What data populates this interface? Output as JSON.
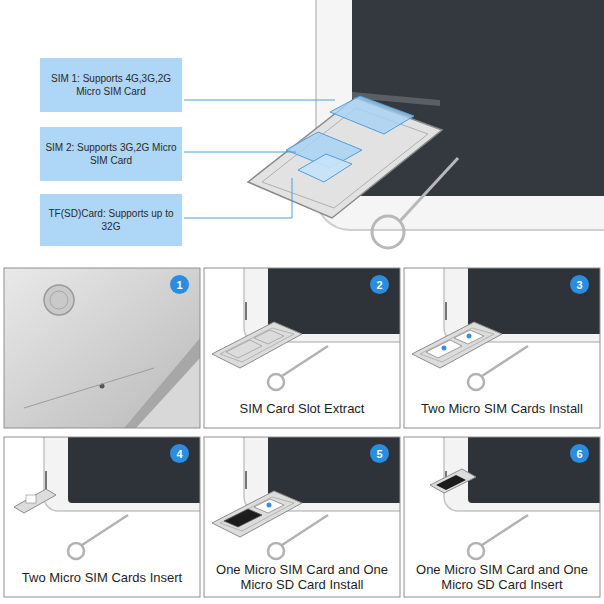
{
  "diagram": {
    "nodes": [
      {
        "text": [
          "SIM 1: Supports 4G,3G,2G Micro SIM Card"
        ]
      },
      {
        "text": [
          "SIM 2: Supports 3G,2G Micro SIM Card"
        ]
      },
      {
        "text": [
          "TF(SD)Card: Supports up to 32G"
        ]
      },
      {
        "text": [
          "1"
        ]
      },
      {
        "text": [
          "2"
        ]
      },
      {
        "text": [
          "3"
        ]
      },
      {
        "text": [
          "4"
        ]
      },
      {
        "text": [
          "5"
        ]
      },
      {
        "text": [
          "6"
        ]
      }
    ],
    "labels": [
      "SIM Card Slot Extract",
      "Two Micro SIM Cards Install",
      "Two Micro SIM Cards Insert",
      "One Micro SIM Card and One Micro SD Card Install",
      "One Micro SIM Card and One Micro SD Card Insert"
    ]
  }
}
